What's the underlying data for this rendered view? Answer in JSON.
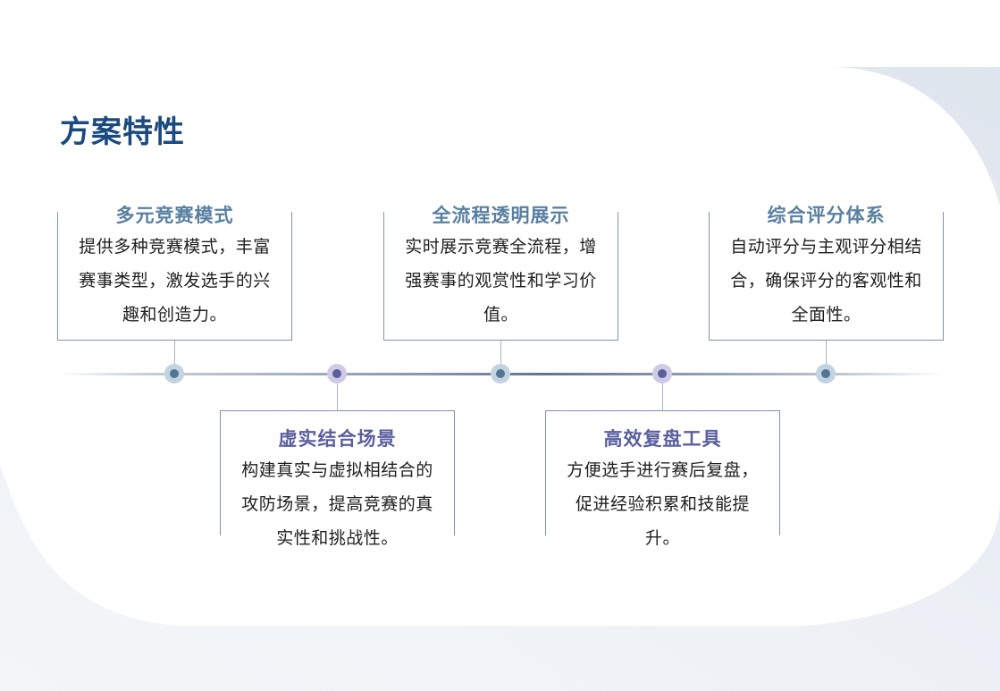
{
  "title": "方案特性",
  "features": [
    {
      "title": "多元竞赛模式",
      "desc": "提供多种竞赛模式，丰富赛事类型，激发选手的兴趣和创造力。"
    },
    {
      "title": "虚实结合场景",
      "desc": "构建真实与虚拟相结合的攻防场景，提高竞赛的真实性和挑战性。"
    },
    {
      "title": "全流程透明展示",
      "desc": "实时展示竞赛全流程，增强赛事的观赏性和学习价值。"
    },
    {
      "title": "高效复盘工具",
      "desc": "方便选手进行赛后复盘，促进经验积累和技能提升。"
    },
    {
      "title": "综合评分体系",
      "desc": "自动评分与主观评分相结合，确保评分的客观性和全面性。"
    }
  ]
}
